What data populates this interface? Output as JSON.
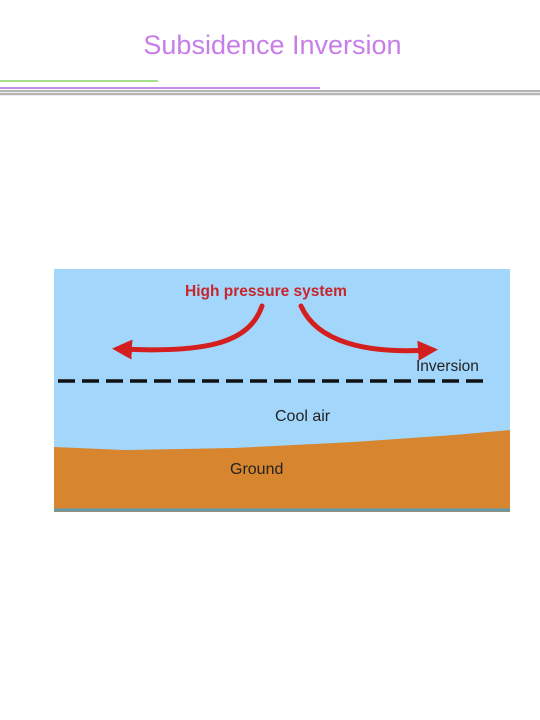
{
  "slide": {
    "title": "Subsidence Inversion"
  },
  "diagram": {
    "labels": {
      "high_pressure": "High pressure system",
      "inversion": "Inversion",
      "cool_air": "Cool air",
      "ground": "Ground"
    },
    "colors": {
      "title": "#c77ee8",
      "sky": "#a3d6fb",
      "ground": "#d7852e",
      "arrow": "#d41f1f",
      "inversion_line": "#111111",
      "label_text": "#222222"
    }
  }
}
